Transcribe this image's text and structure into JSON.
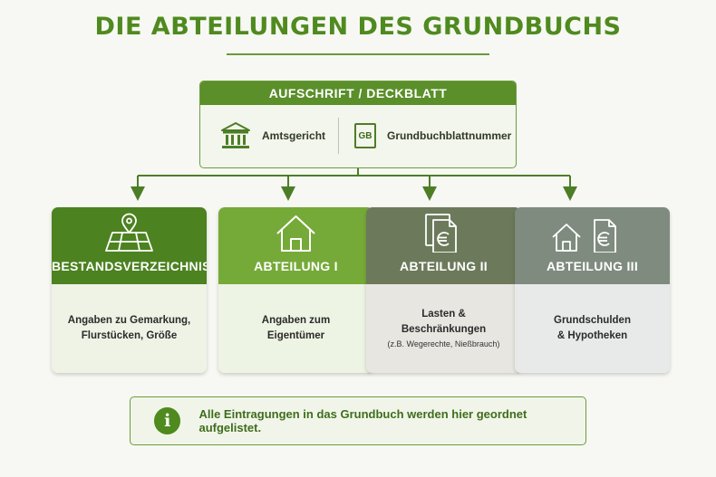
{
  "title": "DIE ABTEILUNGEN DES GRUNDBUCHS",
  "cover": {
    "heading": "AUFSCHRIFT / DECKBLATT",
    "items": [
      {
        "icon": "courthouse-icon",
        "label": "Amtsgericht"
      },
      {
        "icon": "gb-document-icon",
        "icon_text": "GB",
        "label": "Grundbuchblattnummer"
      }
    ]
  },
  "sections": [
    {
      "icon": "map-pin-parcels-icon",
      "title": "BESTANDSVERZEICHNIS",
      "lines": [
        "Angaben zu Gemarkung,",
        "Flurstücken, Größe"
      ],
      "color": "#4c8220"
    },
    {
      "icon": "house-icon",
      "title": "ABTEILUNG I",
      "lines": [
        "Angaben zum",
        "Eigentümer"
      ],
      "color": "#76aa38"
    },
    {
      "icon": "euro-documents-icon",
      "title": "ABTEILUNG II",
      "lines": [
        "Lasten &",
        "Beschränkungen"
      ],
      "note": "(z.B. Wegerechte, Nießbrauch)",
      "color": "#6c7a5b"
    },
    {
      "icon": "house-euro-document-icon",
      "title": "ABTEILUNG III",
      "lines": [
        "Grundschulden",
        "& Hypotheken"
      ],
      "color": "#7f8b7f"
    }
  ],
  "info": {
    "icon": "info-icon",
    "icon_text": "i",
    "text": "Alle Eintragungen in das Grundbuch werden hier geordnet aufgelistet."
  }
}
